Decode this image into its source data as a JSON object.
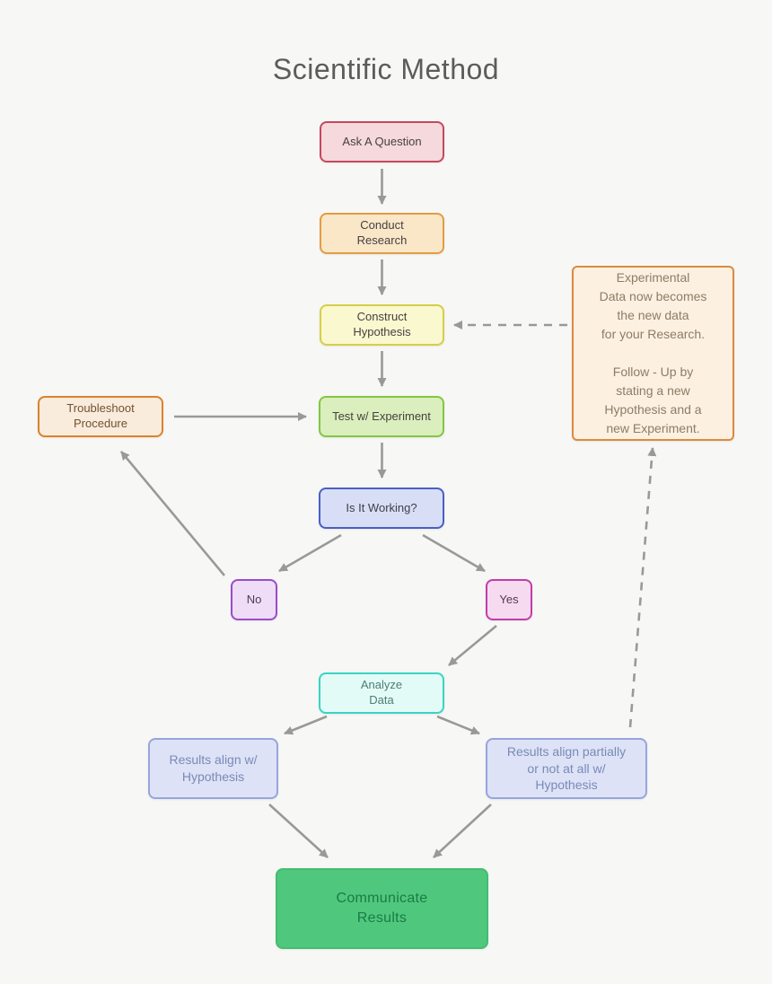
{
  "title": "Scientific Method",
  "colors": {
    "background": "#f7f7f6",
    "title_text": "#5c5c5c",
    "arrow": "#999999"
  },
  "nodes": {
    "ask": {
      "label": "Ask A Question",
      "bg": "#f5d9dc",
      "border": "#c6485e",
      "text": "#474040"
    },
    "research": {
      "label": "Conduct\nResearch",
      "bg": "#f9e7c8",
      "border": "#e39c43",
      "text": "#474040"
    },
    "hypothesis": {
      "label": "Construct\nHypothesis",
      "bg": "#f9f8cf",
      "border": "#d5ce49",
      "text": "#474040"
    },
    "test": {
      "label": "Test w/ Experiment",
      "bg": "#daefbd",
      "border": "#84c643",
      "text": "#474040"
    },
    "troubleshoot": {
      "label": "Troubleshoot\nProcedure",
      "bg": "#f9ecdc",
      "border": "#d9832c",
      "text": "#73512f"
    },
    "working": {
      "label": "Is It Working?",
      "bg": "#d8def6",
      "border": "#4a5fc4",
      "text": "#3e4148"
    },
    "no": {
      "label": "No",
      "bg": "#efddf7",
      "border": "#9b4bca",
      "text": "#4a3b52"
    },
    "yes": {
      "label": "Yes",
      "bg": "#f6dbf0",
      "border": "#c23cab",
      "text": "#523b4d"
    },
    "analyze": {
      "label": "Analyze\nData",
      "bg": "#e3fbf7",
      "border": "#38d5c3",
      "text": "#4e7d76"
    },
    "results_align": {
      "label": "Results align w/\nHypothesis",
      "bg": "#dde2f6",
      "border": "#97a5de",
      "text": "#7a89b8"
    },
    "results_partial": {
      "label": "Results align partially\nor not at all w/\nHypothesis",
      "bg": "#dde2f6",
      "border": "#97a5de",
      "text": "#7a89b8"
    },
    "communicate": {
      "label": "Communicate\nResults",
      "bg": "#4fc87d",
      "border": "#44bd72",
      "text": "#1c7a46"
    },
    "note": {
      "label": "Experimental\nData now becomes\nthe new data\nfor your Research.\n\nFollow - Up by\nstating a new\nHypothesis and a\nnew Experiment.",
      "bg": "#fcf0e1",
      "border": "#dd8a3f",
      "text": "#8d7d66"
    }
  }
}
